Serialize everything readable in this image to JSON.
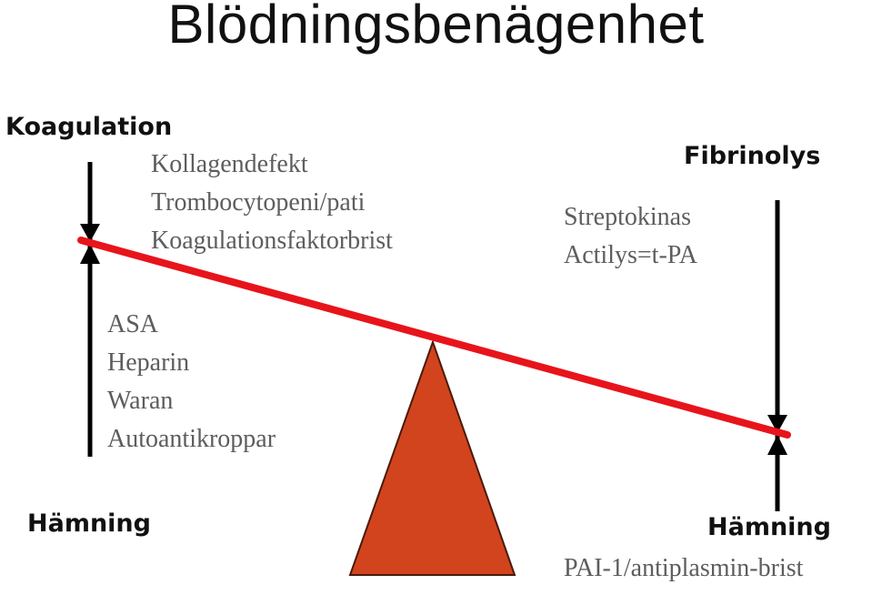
{
  "title": "Blödningsbenägenhet",
  "left": {
    "top_label": "Koagulation",
    "top_items": [
      "Kollagendefekt",
      "Trombocytopeni/pati",
      "Koagulationsfaktorbrist"
    ],
    "bottom_items": [
      "ASA",
      "Heparin",
      "Waran",
      "Autoantikroppar"
    ],
    "bottom_label": "Hämning"
  },
  "right": {
    "top_label": "Fibrinolys",
    "top_items": [
      "Streptokinas",
      "Actilys=t-PA"
    ],
    "bottom_label": "Hämning",
    "bottom_items": [
      "PAI-1/antiplasmin-brist"
    ]
  },
  "colors": {
    "beam": "#e8141b",
    "fulcrum": "#d2441d",
    "fulcrum_outline": "#4a1a0a",
    "arrow": "#000000",
    "item_text": "#5d5d5d"
  }
}
